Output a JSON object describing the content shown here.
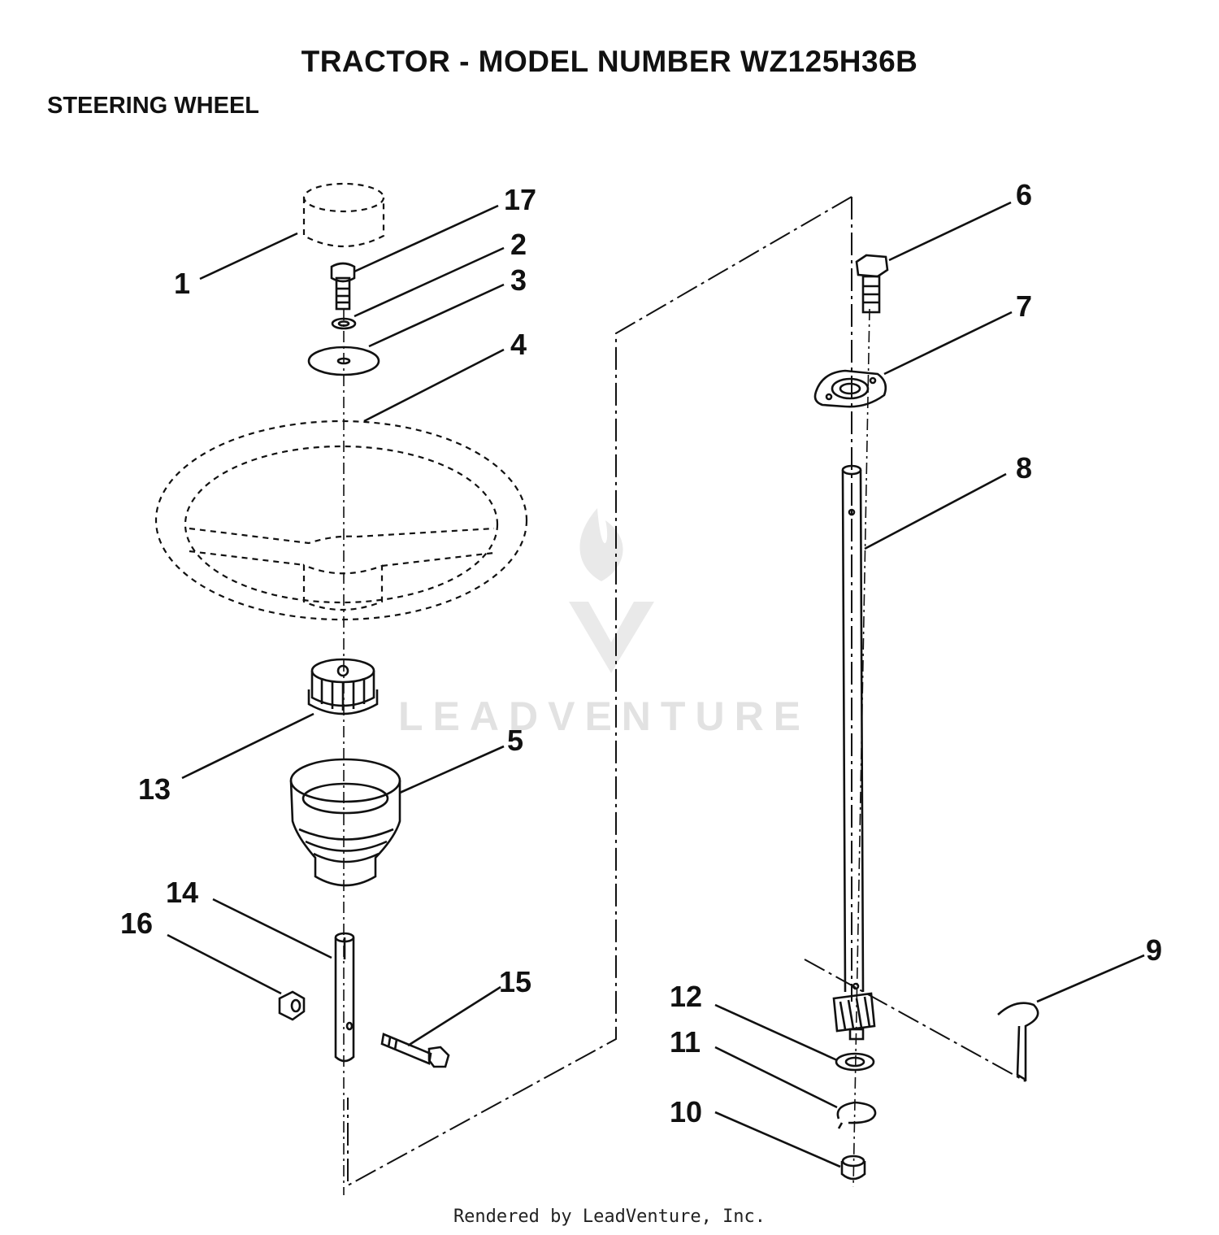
{
  "header": {
    "title": "TRACTOR  - MODEL NUMBER WZ125H36B",
    "section": "STEERING WHEEL"
  },
  "watermark": {
    "text": "LEADVENTURE"
  },
  "footer": {
    "credit": "Rendered by LeadVenture, Inc."
  },
  "callouts": {
    "c1": "1",
    "c2": "2",
    "c3": "3",
    "c4": "4",
    "c5": "5",
    "c6": "6",
    "c7": "7",
    "c8": "8",
    "c9": "9",
    "c10": "10",
    "c11": "11",
    "c12": "12",
    "c13": "13",
    "c14": "14",
    "c15": "15",
    "c16": "16",
    "c17": "17"
  }
}
